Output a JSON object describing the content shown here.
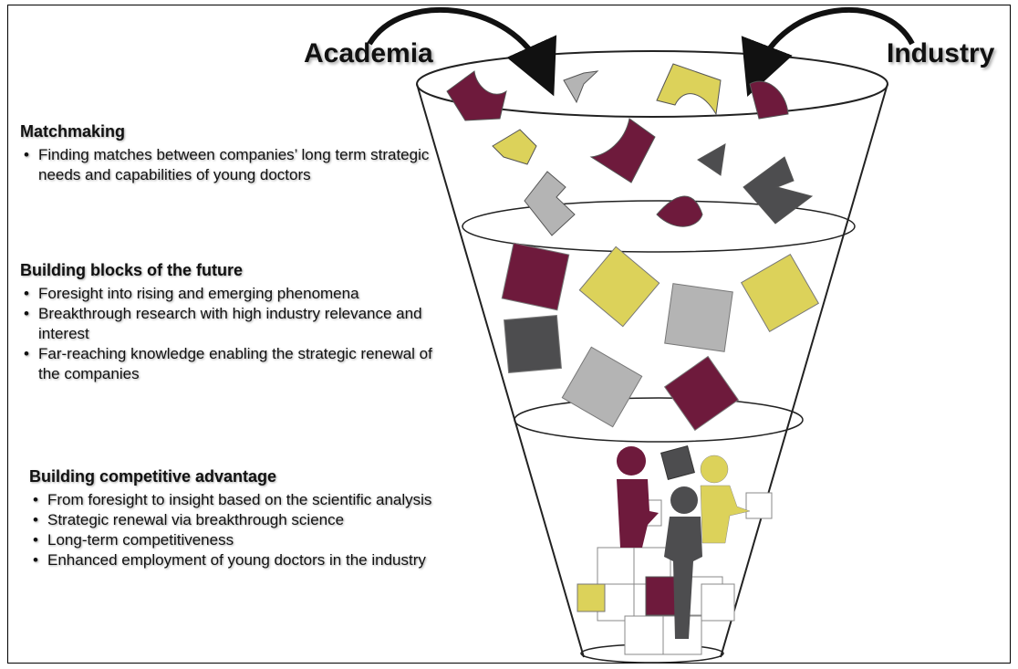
{
  "labels": {
    "academia": "Academia",
    "industry": "Industry"
  },
  "sections": [
    {
      "title": "Matchmaking",
      "items": [
        "Finding matches between companies’ long term strategic needs and capabilities of young doctors"
      ]
    },
    {
      "title": "Building blocks of the future",
      "items": [
        "Foresight into rising and emerging phenomena",
        "Breakthrough research with high industry relevance and interest",
        "Far-reaching knowledge enabling the strategic renewal of the companies"
      ]
    },
    {
      "title": "Building competitive advantage",
      "items": [
        "From foresight to insight based on the scientific analysis",
        "Strategic renewal via breakthrough science",
        "Long-term competitiveness",
        "Enhanced employment of young doctors in the industry"
      ]
    }
  ],
  "colors": {
    "maroon": "#6e1a3c",
    "yellow": "#dcd25a",
    "light_gray": "#b4b4b4",
    "dark_gray": "#4d4d4f"
  }
}
